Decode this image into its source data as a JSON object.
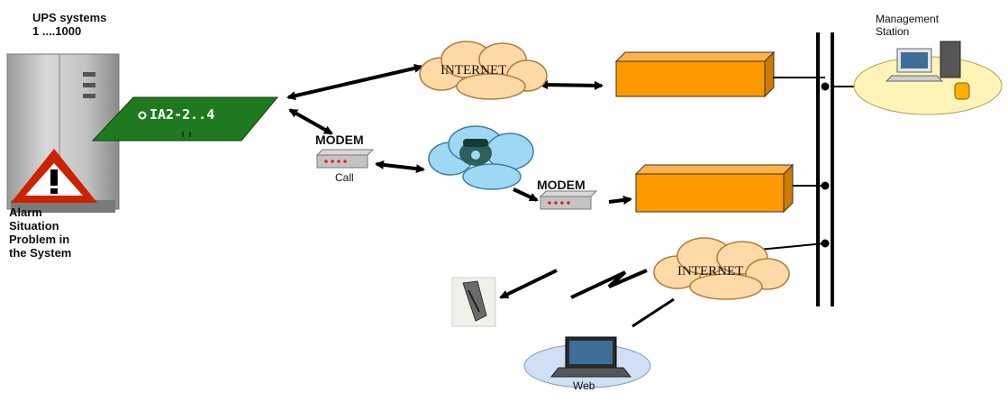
{
  "ups": {
    "title_line1": "UPS systems",
    "title_line2": "1 ....1000"
  },
  "alarm": {
    "lines": [
      "Alarm",
      "Situation",
      "Problem in",
      "the System"
    ]
  },
  "card": {
    "label": "IA2-2..4"
  },
  "modem1": {
    "label": "MODEM",
    "caption": "Call"
  },
  "modem2": {
    "label": "MODEM"
  },
  "internet1": {
    "label": "INTERNET"
  },
  "internet2": {
    "label": "INTERNET"
  },
  "station": {
    "line1": "Management",
    "line2": "Station"
  },
  "web": {
    "label": "Web"
  },
  "colors": {
    "orange": "#ff9900",
    "card_green": "#1f7a1f",
    "cloud": "#ffd9a6",
    "phone_cloud": "#9fd8f5",
    "station_disc": "#fff4b8",
    "web_disc": "#cfe0f5"
  }
}
